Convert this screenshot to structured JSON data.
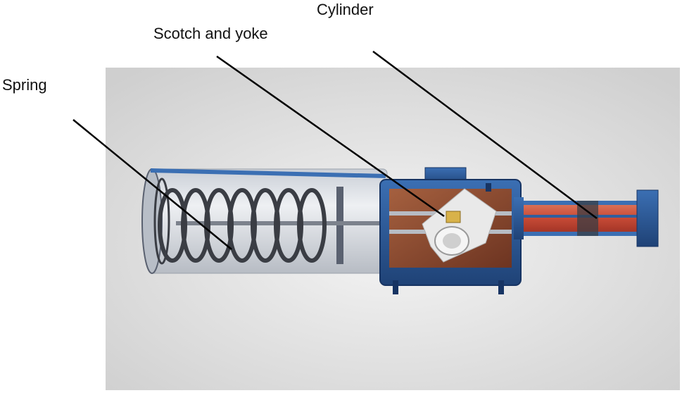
{
  "labels": {
    "cylinder": "Cylinder",
    "scotch_yoke": "Scotch and yoke",
    "spring": "Spring"
  },
  "colors": {
    "housing_blue": "#2f5f9e",
    "housing_dark": "#1f4276",
    "interior_copper": "#8a4a2f",
    "cylinder_red": "#c64a36",
    "spring_steel": "#3a3d44",
    "yoke_white": "#e9e9e9",
    "background_grey": "#dcdcdc"
  }
}
